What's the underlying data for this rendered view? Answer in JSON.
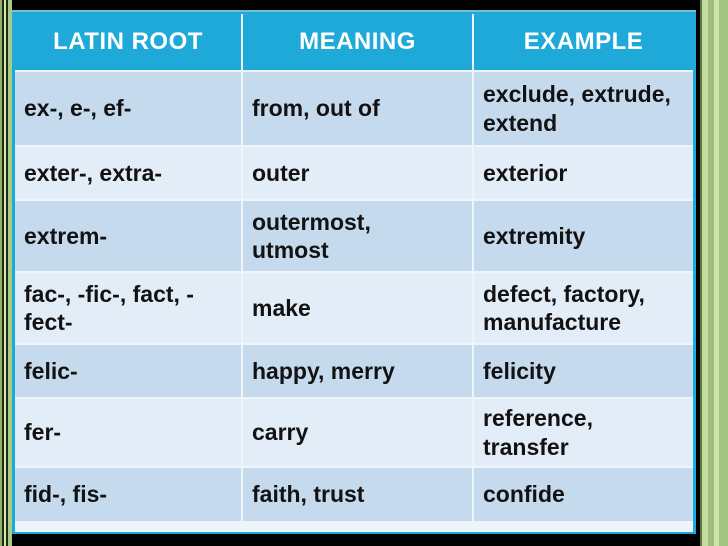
{
  "slide": {
    "description": "Latin roots vocabulary table slide",
    "table": {
      "columns": [
        "LATIN ROOT",
        "MEANING",
        "EXAMPLE"
      ],
      "rows": [
        {
          "latin_root": "ex-, e-, ef-",
          "meaning": "from, out of",
          "example": "exclude, extrude,\nextend"
        },
        {
          "latin_root": "exter-, extra-",
          "meaning": "outer",
          "example": "exterior"
        },
        {
          "latin_root": "extrem-",
          "meaning": "outermost,\nutmost",
          "example": "extremity"
        },
        {
          "latin_root": "fac-, -fic-, fact, -\nfect-",
          "meaning": "make",
          "example": "defect, factory,\nmanufacture"
        },
        {
          "latin_root": "felic-",
          "meaning": "happy, merry",
          "example": "felicity"
        },
        {
          "latin_root": "fer-",
          "meaning": "carry",
          "example": "reference,\ntransfer"
        },
        {
          "latin_root": "fid-, fis-",
          "meaning": "faith, trust",
          "example": "confide"
        }
      ]
    },
    "colors": {
      "header_bg": "#1fa9d8",
      "header_text": "#ffffff",
      "row_shade_dark": "#c5dbed",
      "row_shade_light": "#e3edf8",
      "grid_line": "#edf4fa",
      "body_text": "#121212",
      "frame_green": "#a9cb87",
      "frame_green_light": "#d8e7b2",
      "frame_pinstripe": "#1e2b11",
      "bar_black": "#000000"
    }
  }
}
